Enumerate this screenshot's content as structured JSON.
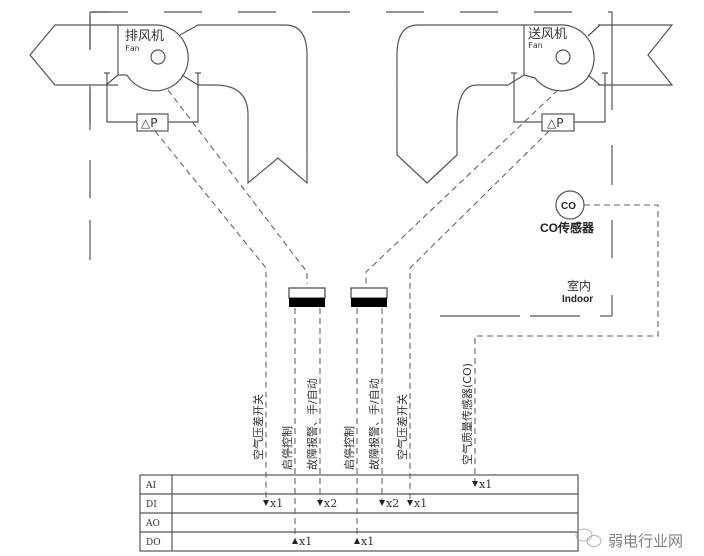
{
  "exhaust_fan": {
    "title": "排风机",
    "subtitle": "Fan",
    "dp_label": "△P"
  },
  "supply_fan": {
    "title": "送风机",
    "subtitle": "Fan",
    "dp_label": "△P"
  },
  "co_sensor": {
    "symbol": "CO",
    "label": "CO传感器"
  },
  "indoor": {
    "label_cn": "室内",
    "label_en": "Indoor"
  },
  "signals": [
    {
      "label": "空气压差开关",
      "io": "DI",
      "count": "x1"
    },
    {
      "label": "启停控制",
      "io": "DO",
      "count": "x1"
    },
    {
      "label": "故障报警、手/自动",
      "io": "DI",
      "count": "x2"
    },
    {
      "label": "启停控制",
      "io": "DO",
      "count": "x1"
    },
    {
      "label": "故障报警、手/自动",
      "io": "DI",
      "count": "x2"
    },
    {
      "label": "空气压差开关",
      "io": "DI",
      "count": "x1"
    },
    {
      "label": "空气质量传感器(CO)",
      "io": "AI",
      "count": "x1"
    }
  ],
  "io_table": {
    "rows": [
      "AI",
      "DI",
      "AO",
      "DO"
    ]
  },
  "watermark": "弱电行业网"
}
